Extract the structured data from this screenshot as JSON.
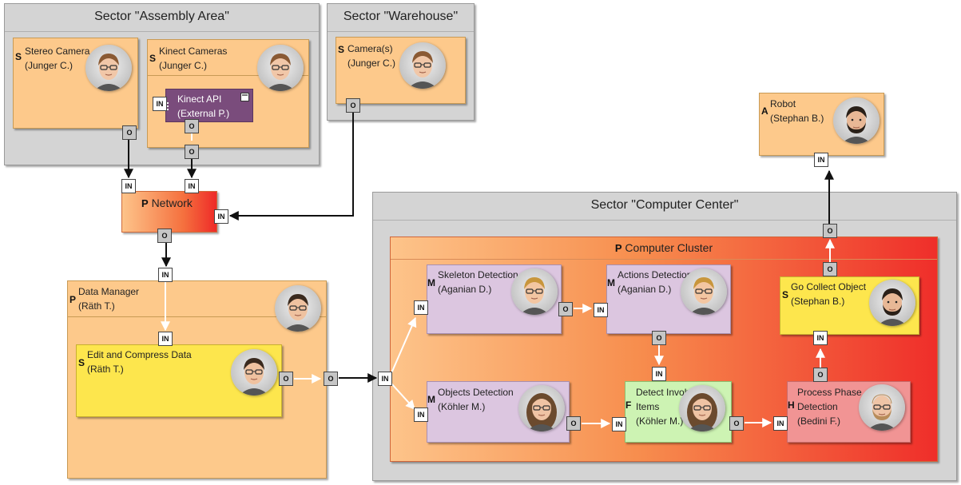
{
  "sectors": {
    "assembly": "Sector \"Assembly Area\"",
    "warehouse": "Sector \"Warehouse\"",
    "computer_center": "Sector \"Computer Center\""
  },
  "nodes": {
    "stereo": {
      "badge": "S",
      "text": "Stereo Camera\n(Junger C.)"
    },
    "kinect": {
      "badge": "S",
      "text": "Kinect Cameras\n(Junger C.)"
    },
    "kinect_api": {
      "text": "Kinect API\n(External P.)"
    },
    "warehouse_cams": {
      "badge": "S",
      "text": "Camera(s)\n(Junger C.)"
    },
    "network": {
      "badge": "P",
      "text": "Network"
    },
    "data_manager": {
      "badge": "P",
      "text": "Data Manager\n(Räth T.)"
    },
    "edit_compress": {
      "badge": "S",
      "text": "Edit and Compress Data\n(Räth T.)"
    },
    "robot": {
      "badge": "A",
      "text": "Robot\n(Stephan B.)"
    },
    "computer_cluster": {
      "badge": "P",
      "text": "Computer Cluster"
    },
    "skeleton": {
      "badge": "M",
      "text": "Skeleton Detection\n(Aganian D.)"
    },
    "actions": {
      "badge": "M",
      "text": "Actions Detection\n(Aganian D.)"
    },
    "objects": {
      "badge": "M",
      "text": "Objects Detection\n(Köhler M.)"
    },
    "detect_items": {
      "badge": "F",
      "text": "Detect Involved\nItems\n(Köhler M.)"
    },
    "go_collect": {
      "badge": "S",
      "text": "Go Collect Object\n(Stephan B.)"
    },
    "process_phase": {
      "badge": "H",
      "text": "Process Phase\nDetection\n(Bedini F.)"
    }
  },
  "ports": {
    "out": "O",
    "in": "IN"
  },
  "colors": {
    "sector": "#d4d4d4",
    "service": "#fdc98b",
    "highlight_service": "#fde64d",
    "method": "#dcc6e0",
    "function": "#cdf3b3",
    "hardware": "#f19494",
    "api": "#7a4c7c",
    "port_out": "#c6c6c6",
    "port_in": "#ffffff"
  },
  "icons": {
    "api_icon": "component-icon",
    "avatar": "person-portrait"
  }
}
